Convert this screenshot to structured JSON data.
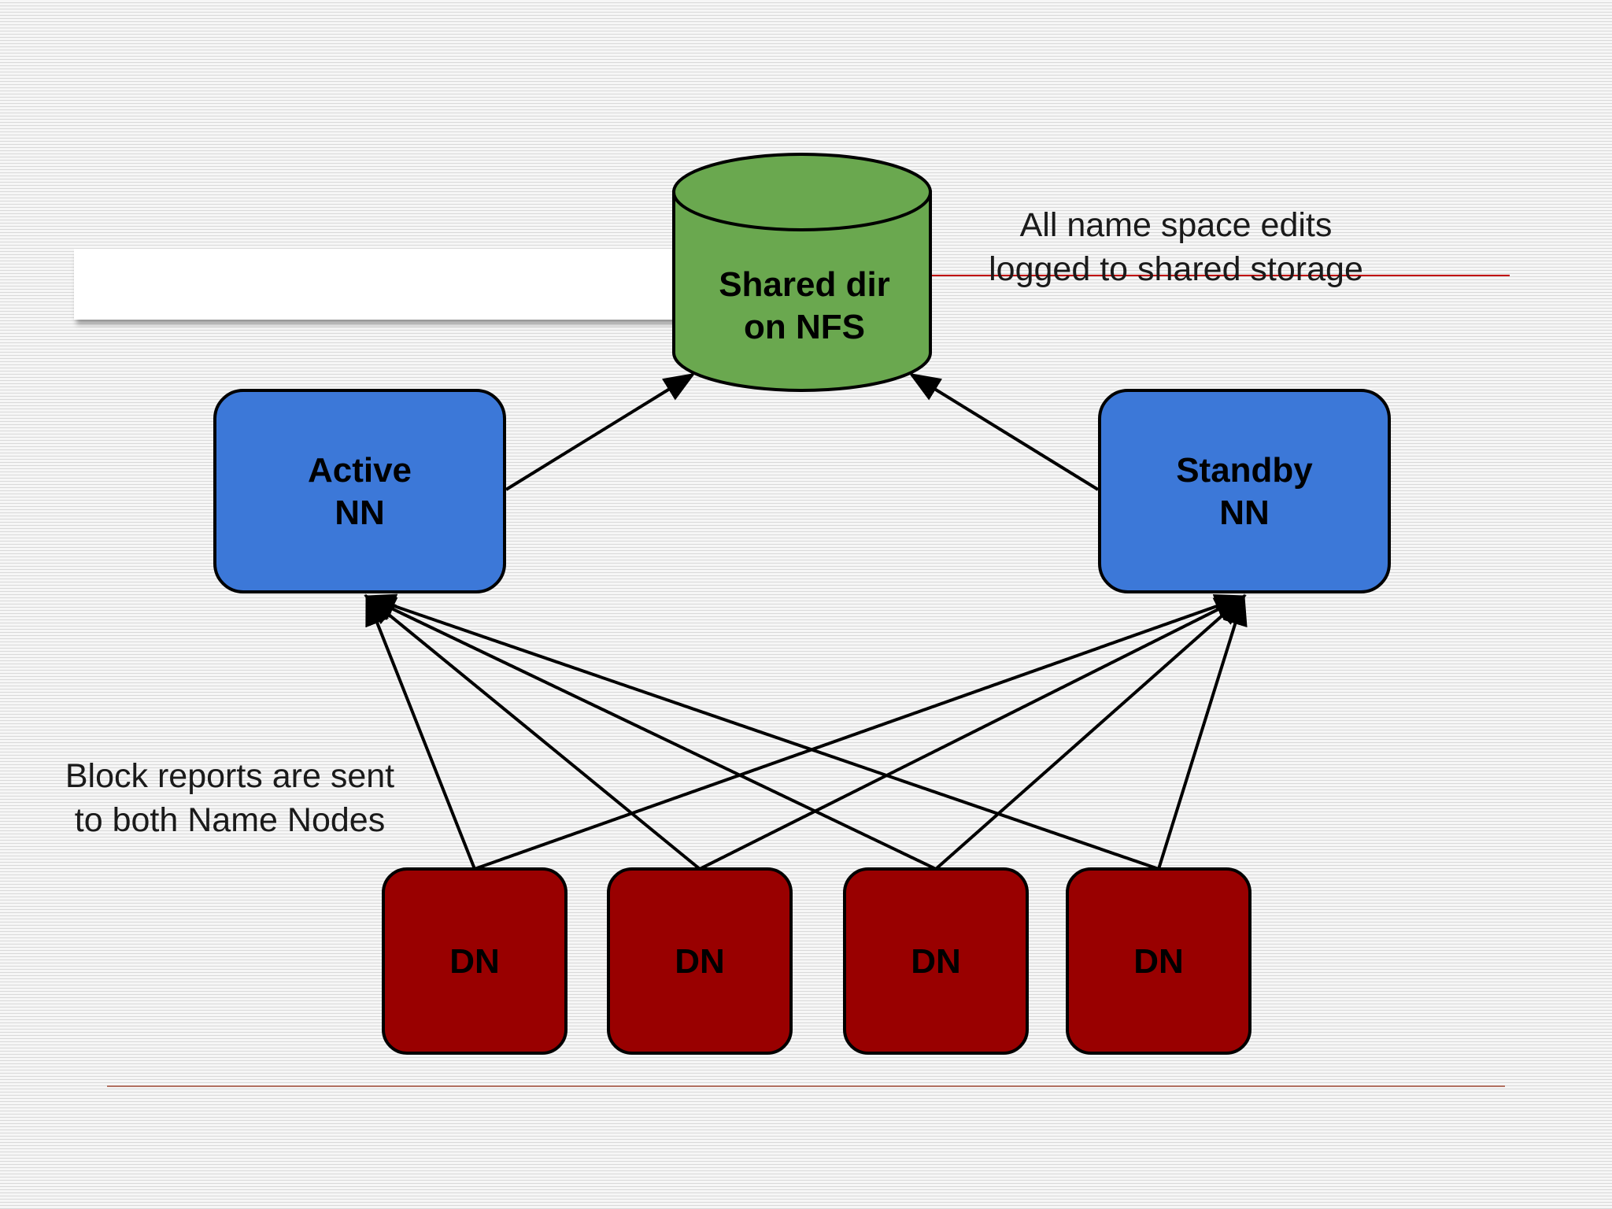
{
  "diagram": {
    "storage": {
      "line1": "Shared dir",
      "line2": "on NFS",
      "color": "#6aa84f"
    },
    "active_nn": {
      "line1": "Active",
      "line2": "NN",
      "color": "#3c78d8"
    },
    "standby_nn": {
      "line1": "Standby",
      "line2": "NN",
      "color": "#3c78d8"
    },
    "data_nodes": [
      {
        "label": "DN"
      },
      {
        "label": "DN"
      },
      {
        "label": "DN"
      },
      {
        "label": "DN"
      }
    ],
    "data_node_color": "#990000",
    "notes": {
      "edits_line1": "All name space edits",
      "edits_line2": "logged to shared storage",
      "blocks_line1": "Block reports are sent",
      "blocks_line2": "to both Name Nodes"
    },
    "accent_line_color": "#c00000"
  }
}
